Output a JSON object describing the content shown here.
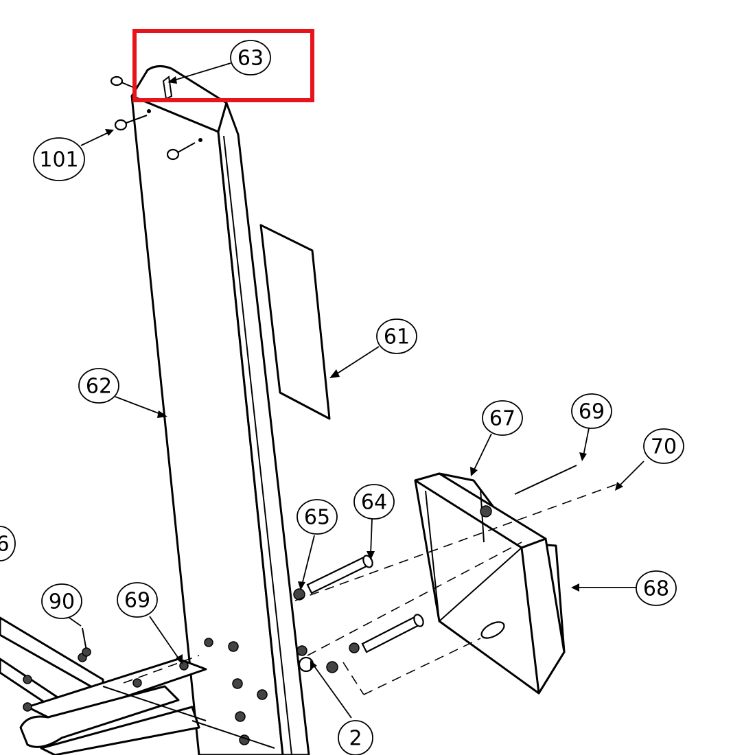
{
  "figure": {
    "highlight_color": "#e8141b",
    "highlighted_callout": "63",
    "callouts": [
      {
        "id": "63",
        "text": "63"
      },
      {
        "id": "101",
        "text": "101"
      },
      {
        "id": "61",
        "text": "61"
      },
      {
        "id": "62",
        "text": "62"
      },
      {
        "id": "67",
        "text": "67"
      },
      {
        "id": "69a",
        "text": "69"
      },
      {
        "id": "70",
        "text": "70"
      },
      {
        "id": "65",
        "text": "65"
      },
      {
        "id": "64",
        "text": "64"
      },
      {
        "id": "68",
        "text": "68"
      },
      {
        "id": "90",
        "text": "90"
      },
      {
        "id": "69b",
        "text": "69"
      },
      {
        "id": "2",
        "text": "2"
      },
      {
        "id": "6",
        "text": "6"
      }
    ]
  }
}
